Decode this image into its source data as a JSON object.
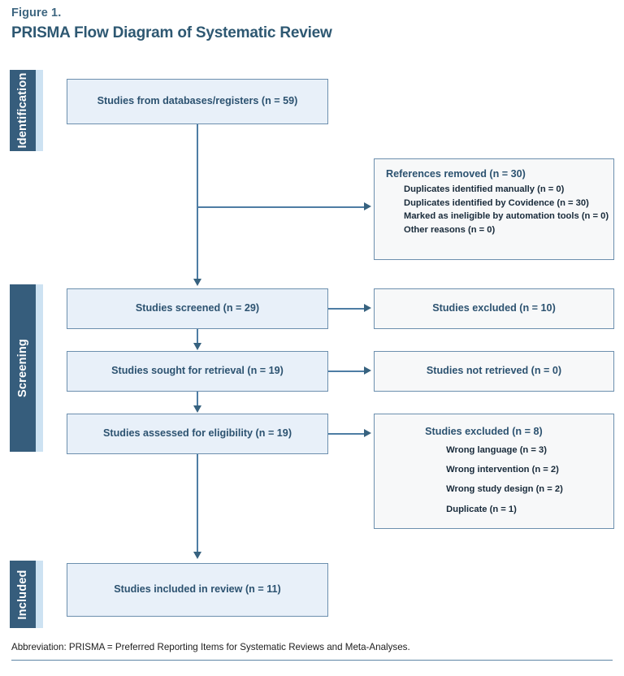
{
  "figure": {
    "label": "Figure 1.",
    "title": "PRISMA Flow Diagram of Systematic Review"
  },
  "stages": [
    {
      "name": "identification",
      "label": "Identification"
    },
    {
      "name": "screening",
      "label": "Screening"
    },
    {
      "name": "included",
      "label": "Included"
    }
  ],
  "flow": {
    "identification": {
      "records_identified": "Studies from databases/registers (n = 59)",
      "references_removed": {
        "header": "References removed (n = 30)",
        "items": [
          "Duplicates identified manually (n = 0)",
          "Duplicates identified by Covidence (n = 30)",
          "Marked as ineligible by automation tools (n = 0)",
          "Other reasons (n = 0)"
        ]
      }
    },
    "screening": {
      "studies_screened": "Studies screened (n = 29)",
      "studies_excluded": "Studies excluded (n = 10)",
      "studies_sought": "Studies sought for retrieval (n = 19)",
      "studies_not_retrieved": "Studies not retrieved (n = 0)",
      "studies_assessed": "Studies assessed for eligibility (n = 19)",
      "excluded_reasons": {
        "header": "Studies excluded (n = 8)",
        "items": [
          "Wrong language (n = 3)",
          "Wrong intervention (n = 2)",
          "Wrong study design (n = 2)",
          "Duplicate (n = 1)"
        ]
      }
    },
    "included": {
      "studies_included": "Studies included in review (n = 11)"
    }
  },
  "footer": {
    "abbreviation": "Abbreviation: PRISMA = Preferred Reporting Items for Systematic Reviews and Meta-Analyses."
  },
  "chart_data": {
    "type": "diagram",
    "title": "PRISMA Flow Diagram of Systematic Review",
    "nodes": [
      {
        "id": "records_identified",
        "stage": "Identification",
        "label": "Studies from databases/registers",
        "n": 59
      },
      {
        "id": "references_removed",
        "stage": "Identification",
        "label": "References removed",
        "n": 30,
        "breakdown": [
          {
            "label": "Duplicates identified manually",
            "n": 0
          },
          {
            "label": "Duplicates identified by Covidence",
            "n": 30
          },
          {
            "label": "Marked as ineligible by automation tools",
            "n": 0
          },
          {
            "label": "Other reasons",
            "n": 0
          }
        ]
      },
      {
        "id": "studies_screened",
        "stage": "Screening",
        "label": "Studies screened",
        "n": 29
      },
      {
        "id": "studies_excluded",
        "stage": "Screening",
        "label": "Studies excluded",
        "n": 10
      },
      {
        "id": "studies_sought",
        "stage": "Screening",
        "label": "Studies sought for retrieval",
        "n": 19
      },
      {
        "id": "studies_not_retrieved",
        "stage": "Screening",
        "label": "Studies not retrieved",
        "n": 0
      },
      {
        "id": "studies_assessed",
        "stage": "Screening",
        "label": "Studies assessed for eligibility",
        "n": 19
      },
      {
        "id": "excluded_reasons",
        "stage": "Screening",
        "label": "Studies excluded",
        "n": 8,
        "breakdown": [
          {
            "label": "Wrong language",
            "n": 3
          },
          {
            "label": "Wrong intervention",
            "n": 2
          },
          {
            "label": "Wrong study design",
            "n": 2
          },
          {
            "label": "Duplicate",
            "n": 1
          }
        ]
      },
      {
        "id": "studies_included",
        "stage": "Included",
        "label": "Studies included in review",
        "n": 11
      }
    ],
    "edges": [
      {
        "from": "records_identified",
        "to": "references_removed"
      },
      {
        "from": "records_identified",
        "to": "studies_screened"
      },
      {
        "from": "studies_screened",
        "to": "studies_excluded"
      },
      {
        "from": "studies_screened",
        "to": "studies_sought"
      },
      {
        "from": "studies_sought",
        "to": "studies_not_retrieved"
      },
      {
        "from": "studies_sought",
        "to": "studies_assessed"
      },
      {
        "from": "studies_assessed",
        "to": "excluded_reasons"
      },
      {
        "from": "studies_assessed",
        "to": "studies_included"
      }
    ]
  },
  "colors": {
    "stage_bar": "#365d7c",
    "stage_bar_shadow": "#cde2f2",
    "box_fill_main": "#e8f0f9",
    "box_fill_side": "#f7f8f9",
    "box_border": "#6c8fae",
    "connector": "#4e7da4",
    "title": "#2e5872"
  }
}
